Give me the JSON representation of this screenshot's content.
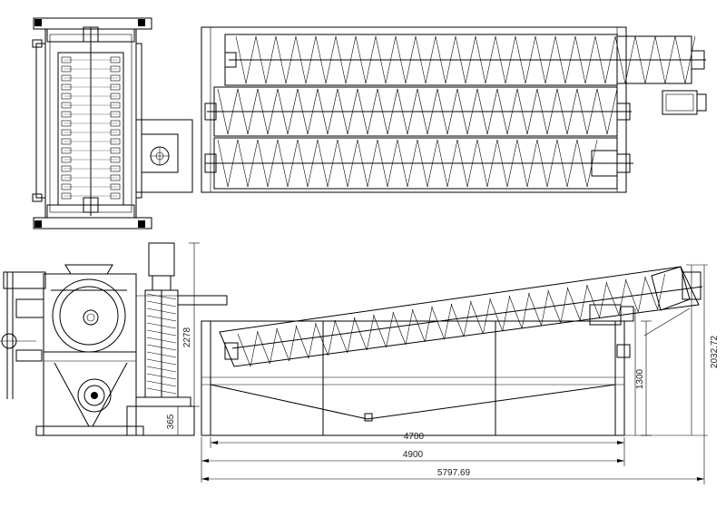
{
  "dimensions": {
    "len_4700": "4700",
    "len_4900": "4900",
    "len_5797": "5797.69",
    "height_2278": "2278",
    "height_365": "365",
    "height_1300": "1300",
    "height_2032": "2032.72"
  },
  "colors": {
    "line": "#000000",
    "background": "#ffffff"
  }
}
